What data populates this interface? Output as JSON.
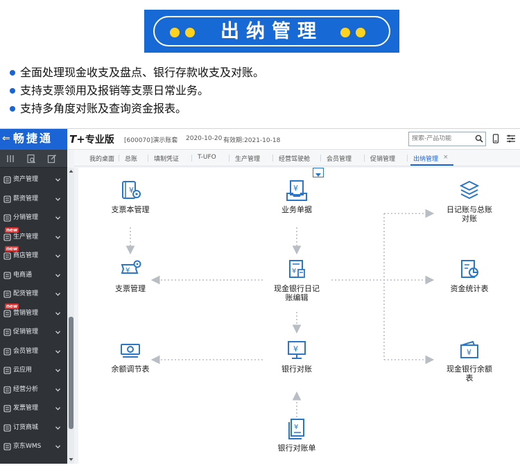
{
  "banner": {
    "title": "出纳管理"
  },
  "features": [
    "全面处理现金收支及盘点、银行存款收支及对账。",
    "支持支票领用及报销等支票日常业务。",
    "支持多角度对账及查询资金报表。"
  ],
  "app": {
    "logo_text": "畅捷通",
    "product_tplus": "T+",
    "product_name": "专业版",
    "account": "[600070]演示账套",
    "date": "2020-10-20",
    "valid_until": "有效期:2021-10-18",
    "search_placeholder": "搜索-产品功能"
  },
  "sidebar": {
    "items": [
      {
        "label": "资产管理",
        "icon": "bank-icon",
        "new": false
      },
      {
        "label": "薪资管理",
        "icon": "payroll-icon",
        "new": false
      },
      {
        "label": "分销管理",
        "icon": "distribution-icon",
        "new": false
      },
      {
        "label": "生产管理",
        "icon": "production-icon",
        "new": true
      },
      {
        "label": "商店管理",
        "icon": "store-icon",
        "new": true
      },
      {
        "label": "电商通",
        "icon": "ecommerce-icon",
        "new": false
      },
      {
        "label": "配货管理",
        "icon": "allocation-icon",
        "new": false
      },
      {
        "label": "营销管理",
        "icon": "marketing-icon",
        "new": true
      },
      {
        "label": "促销管理",
        "icon": "promotion-icon",
        "new": false
      },
      {
        "label": "会员管理",
        "icon": "member-icon",
        "new": false
      },
      {
        "label": "云应用",
        "icon": "cloud-icon",
        "new": false
      },
      {
        "label": "经营分析",
        "icon": "analysis-icon",
        "new": false
      },
      {
        "label": "发票管理",
        "icon": "invoice-icon",
        "new": false
      },
      {
        "label": "订货商城",
        "icon": "order-mall-icon",
        "new": false
      },
      {
        "label": "京东WMS",
        "icon": "warehouse-icon",
        "new": false
      }
    ],
    "new_badge": "new"
  },
  "tabs": [
    {
      "label": "我的桌面",
      "active": false
    },
    {
      "label": "总账",
      "active": false
    },
    {
      "label": "填制凭证",
      "active": false
    },
    {
      "label": "T-UFO",
      "active": false
    },
    {
      "label": "生产管理",
      "active": false
    },
    {
      "label": "经营驾驶舱",
      "active": false
    },
    {
      "label": "会员管理",
      "active": false
    },
    {
      "label": "促销管理",
      "active": false
    },
    {
      "label": "出纳管理",
      "active": true
    }
  ],
  "tab_close": "×",
  "flow": {
    "nodes": {
      "cheque_book": "支票本管理",
      "cheque_mgmt": "支票管理",
      "balance_adj": "余额调节表",
      "business_doc": "业务单据",
      "journal_edit": "现金银行日记账编辑",
      "bank_recon": "银行对账",
      "bank_statement": "银行对账单",
      "journal_gl_recon": "日记账与总账对账",
      "fund_stats": "资金统计表",
      "cash_bank_balance": "现金银行余额表"
    }
  },
  "colors": {
    "brand": "#1a64d6",
    "banner": "#1769d6",
    "dot": "#ffd21f",
    "icon": "#2a76c9"
  }
}
